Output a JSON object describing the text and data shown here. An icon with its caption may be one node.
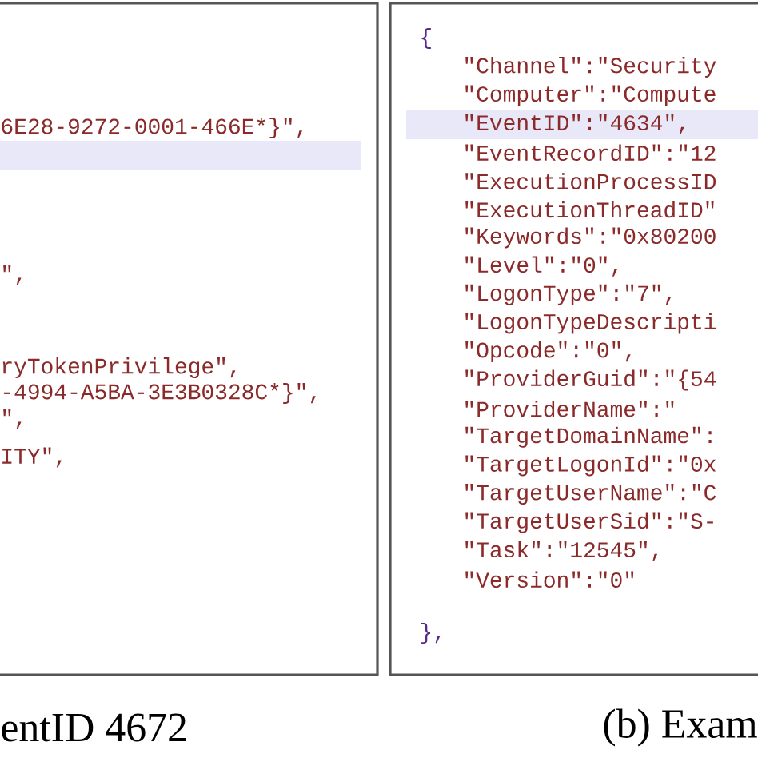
{
  "diagram": {
    "nodes": [
      {
        "text": [
          "6E28-9272-0001-466E*}\",",
          "\",",
          "ryTokenPrivilege\",",
          "-4994-A5BA-3E3B0328C*}\",",
          "\",",
          "ITY\","
        ],
        "beside": [
          "entID 4672"
        ]
      },
      {
        "text": [
          "{",
          "\"Channel\":\"Security",
          "\"Computer\":\"Compute",
          "\"EventID\":\"4634\",",
          "\"EventRecordID\":\"12",
          "\"ExecutionProcessID",
          "\"ExecutionThreadID\"",
          "\"Keywords\":\"0x80200",
          "\"Level\":\"0\",",
          "\"LogonType\":\"7\",",
          "\"LogonTypeDescripti",
          "\"Opcode\":\"0\",",
          "\"ProviderGuid\":\"{54",
          "\"ProviderName\":\"",
          "\"TargetDomainName\":",
          "\"TargetLogonId\":\"0x",
          "\"TargetUserName\":\"C",
          "\"TargetUserSid\":\"S-",
          "\"Task\":\"12545\",",
          "\"Version\":\"0\"",
          "},"
        ],
        "beside": [
          "(b) Exam"
        ]
      }
    ]
  }
}
